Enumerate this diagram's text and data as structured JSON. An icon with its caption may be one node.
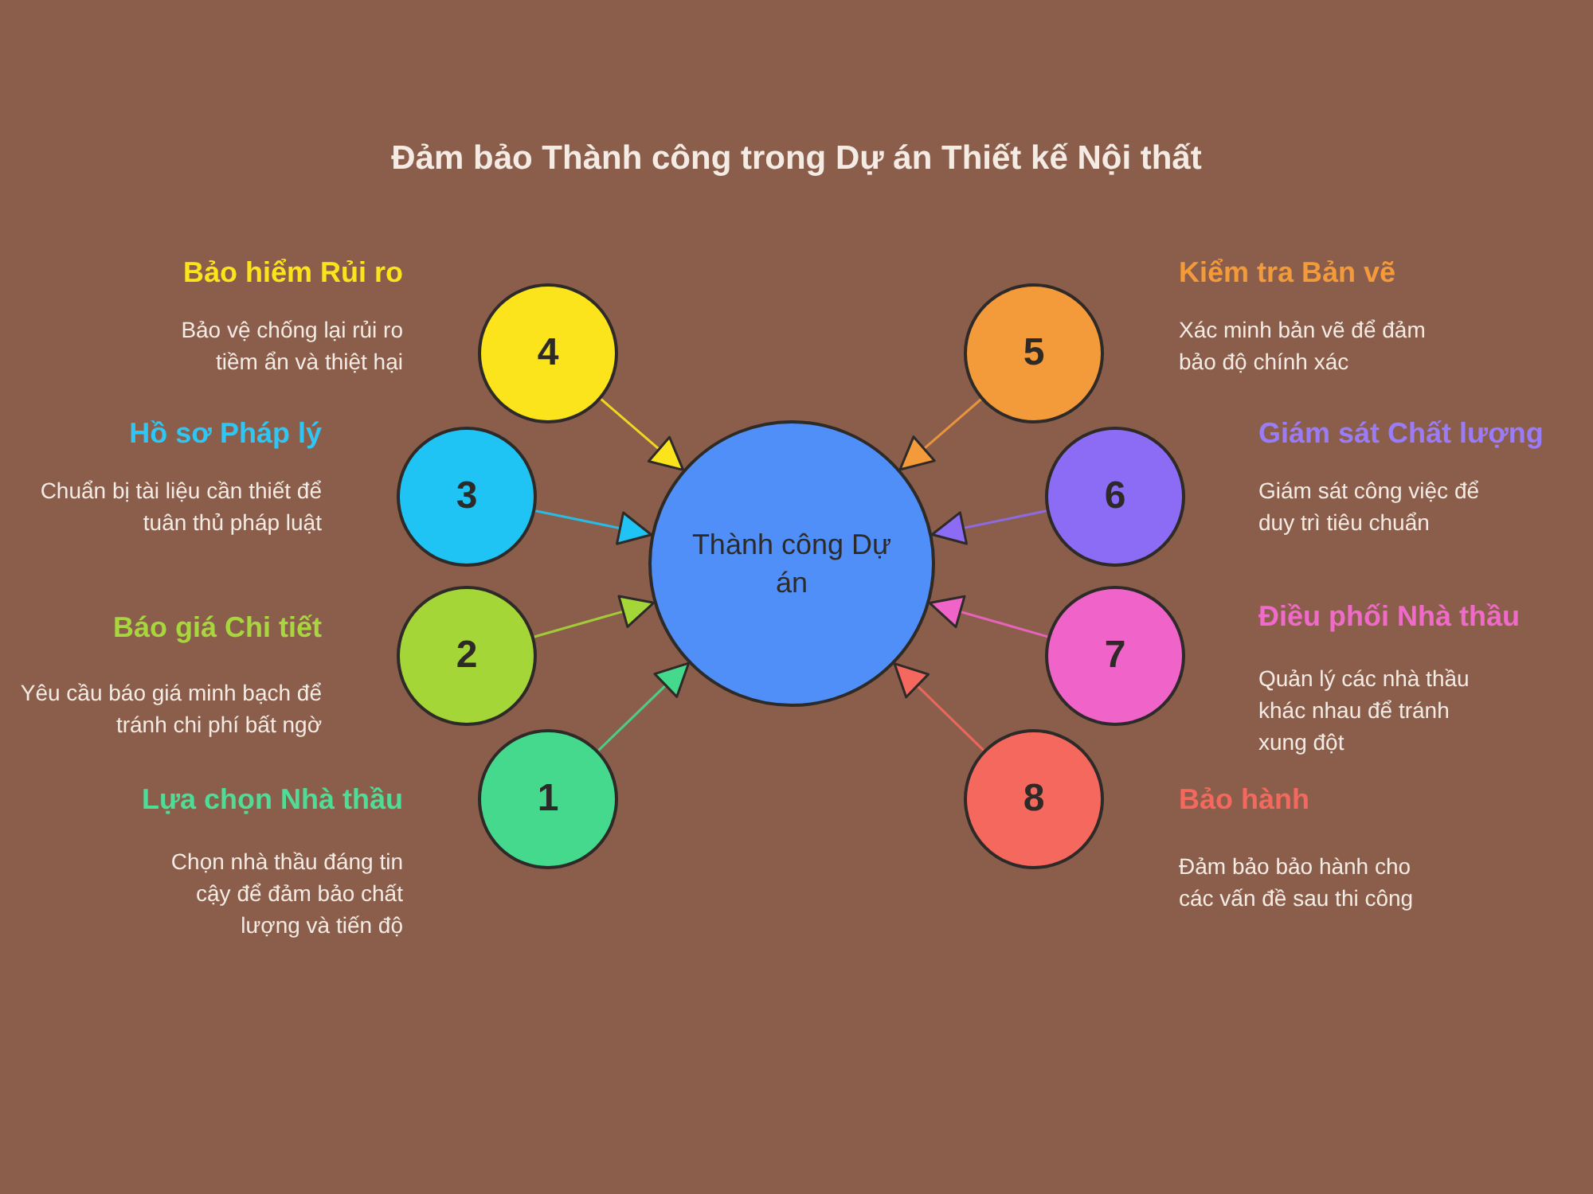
{
  "diagram": {
    "title": "Đảm bảo Thành công trong Dự án Thiết kế Nội thất",
    "nodes": [
      {
        "text": [
          "Thành công Dự án"
        ]
      },
      {
        "text": [
          "Lựa chọn Nhà thầu",
          "1"
        ],
        "beside": [
          "Chọn nhà thầu đáng tin cậy để đảm bảo chất lượng và tiến độ"
        ]
      },
      {
        "text": [
          "Báo giá Chi tiết",
          "2"
        ],
        "beside": [
          "Yêu cầu báo giá minh bạch để tránh chi phí bất ngờ"
        ]
      },
      {
        "text": [
          "Hồ sơ Pháp lý",
          "3"
        ],
        "beside": [
          "Chuẩn bị tài liệu cần thiết để tuân thủ pháp luật"
        ]
      },
      {
        "text": [
          "Bảo hiểm Rủi ro",
          "4"
        ],
        "beside": [
          "Bảo vệ chống lại rủi ro tiềm ẩn và thiệt hại"
        ]
      },
      {
        "text": [
          "5",
          "Kiểm tra Bản vẽ"
        ],
        "beside": [
          "Xác minh bản vẽ để đảm bảo độ chính xác"
        ]
      },
      {
        "text": [
          "6",
          "Giám sát Chất lượng"
        ],
        "beside": [
          "Giám sát công việc để duy trì tiêu chuẩn"
        ]
      },
      {
        "text": [
          "7",
          "Điều phối Nhà thầu"
        ],
        "beside": [
          "Quản lý các nhà thầu khác nhau để tránh xung đột"
        ]
      },
      {
        "text": [
          "8",
          "Bảo hành"
        ],
        "beside": [
          "Đảm bảo bảo hành cho các vấn đề sau thi công"
        ]
      }
    ],
    "edges": [
      {
        "from": 1,
        "to": 0,
        "arrow": "to",
        "color": "#45d98e"
      },
      {
        "from": 2,
        "to": 0,
        "arrow": "to",
        "color": "#a4d637"
      },
      {
        "from": 3,
        "to": 0,
        "arrow": "to",
        "color": "#1fc4f4"
      },
      {
        "from": 4,
        "to": 0,
        "arrow": "to",
        "color": "#fbe41c"
      },
      {
        "from": 5,
        "to": 0,
        "arrow": "to",
        "color": "#f39a3b"
      },
      {
        "from": 6,
        "to": 0,
        "arrow": "to",
        "color": "#8c6cf5"
      },
      {
        "from": 7,
        "to": 0,
        "arrow": "to",
        "color": "#f063c8"
      },
      {
        "from": 8,
        "to": 0,
        "arrow": "to",
        "color": "#f4685e"
      }
    ]
  }
}
